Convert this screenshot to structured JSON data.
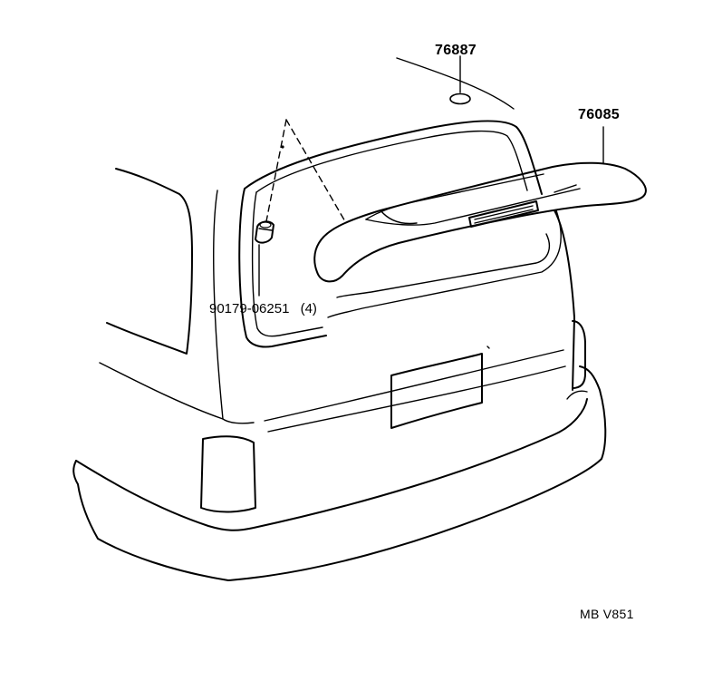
{
  "diagram": {
    "parts": [
      {
        "number": "76887"
      },
      {
        "number": "76085"
      },
      {
        "number": "90179-06251",
        "quantity": "(4)"
      }
    ],
    "illustration_code": "MB V851"
  }
}
